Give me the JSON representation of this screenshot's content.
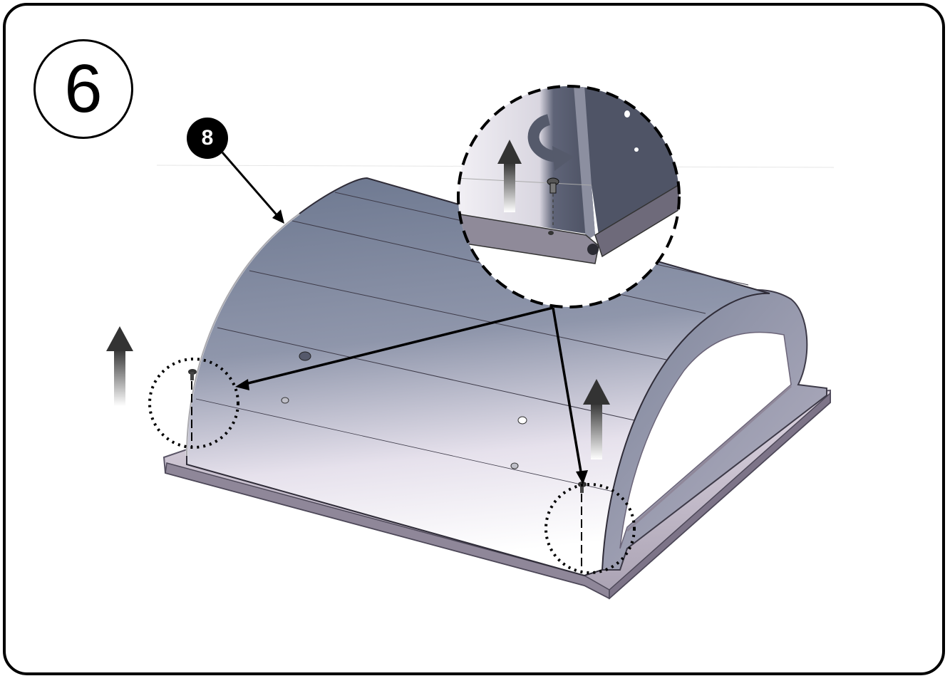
{
  "step": {
    "number": "6"
  },
  "callout": {
    "part_number": "8"
  },
  "parts": {
    "main": "grill-hood-lid",
    "fasteners": [
      "screw",
      "screw",
      "screw"
    ]
  },
  "icons": [
    "up-arrow-icon",
    "rotate-arrow-icon",
    "screw-icon"
  ],
  "colors": {
    "hood_dark": "#6d7891",
    "hood_light": "#eeeaf1",
    "frame": "#c8bfcd",
    "outline": "#000000"
  }
}
